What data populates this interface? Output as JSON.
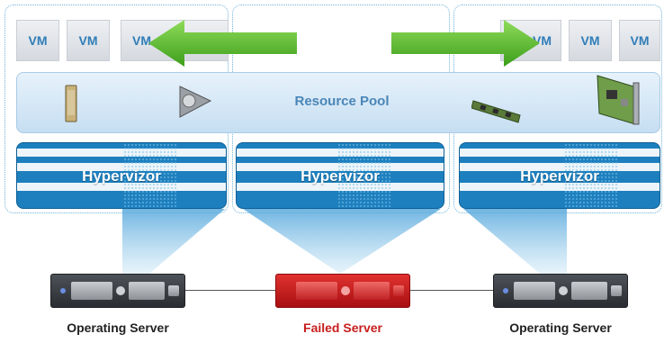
{
  "vms": [
    "VM",
    "VM",
    "VM",
    "VM",
    "VM",
    "VM"
  ],
  "resource_pool": {
    "label": "Resource Pool"
  },
  "hypervisors": [
    {
      "label": "Hypervizor"
    },
    {
      "label": "Hypervizor"
    },
    {
      "label": "Hypervizor"
    }
  ],
  "servers": [
    {
      "label": "Operating Server",
      "status": "operating",
      "label_color": "#222222"
    },
    {
      "label": "Failed Server",
      "status": "failed",
      "label_color": "#c81e1e"
    },
    {
      "label": "Operating Server",
      "status": "operating",
      "label_color": "#222222"
    }
  ],
  "colors": {
    "arrow": "#5bbf2a",
    "hypervisor": "#1d7fbe",
    "failed": "#d32020"
  },
  "icons": [
    "memory-module-icon",
    "hard-disk-icon",
    "ram-stick-icon",
    "network-card-icon"
  ]
}
